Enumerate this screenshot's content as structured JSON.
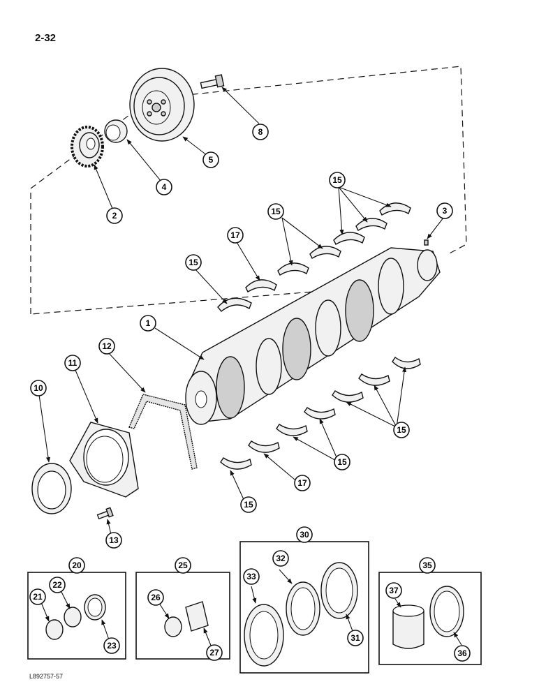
{
  "page_number": "2-32",
  "figure_code": "L892757-57",
  "callouts": {
    "c1": "1",
    "c2": "2",
    "c3": "3",
    "c4": "4",
    "c5": "5",
    "c8": "8",
    "c10": "10",
    "c11": "11",
    "c12": "12",
    "c13": "13",
    "c15": "15",
    "c17": "17",
    "c20": "20",
    "c21": "21",
    "c22": "22",
    "c23": "23",
    "c25": "25",
    "c26": "26",
    "c27": "27",
    "c30": "30",
    "c31": "31",
    "c32": "32",
    "c33": "33",
    "c35": "35",
    "c36": "36",
    "c37": "37"
  }
}
